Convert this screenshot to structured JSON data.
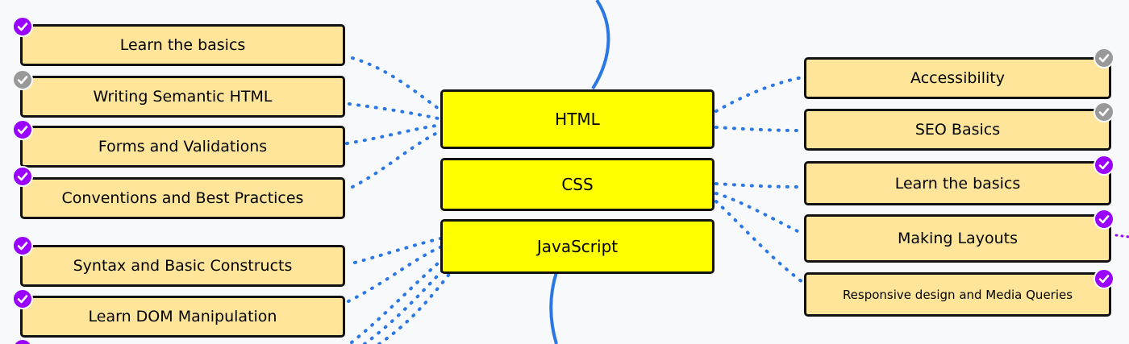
{
  "colors": {
    "topic_fill": "#ffff00",
    "subtopic_fill": "#ffe599",
    "connector": "#2b78e4",
    "done_badge": "#9900ff",
    "pending_badge": "#999999"
  },
  "topics": {
    "html": "HTML",
    "css": "CSS",
    "javascript": "JavaScript"
  },
  "left_subtopics": {
    "learn_basics": {
      "label": "Learn the basics",
      "status": "done"
    },
    "semantic_html": {
      "label": "Writing Semantic HTML",
      "status": "pending"
    },
    "forms": {
      "label": "Forms and Validations",
      "status": "done"
    },
    "conventions": {
      "label": "Conventions and Best Practices",
      "status": "done"
    },
    "syntax": {
      "label": "Syntax and Basic Constructs",
      "status": "done"
    },
    "dom": {
      "label": "Learn DOM Manipulation",
      "status": "done"
    }
  },
  "right_subtopics": {
    "accessibility": {
      "label": "Accessibility",
      "status": "pending"
    },
    "seo": {
      "label": "SEO Basics",
      "status": "pending"
    },
    "css_basics": {
      "label": "Learn the basics",
      "status": "done"
    },
    "layouts": {
      "label": "Making Layouts",
      "status": "done"
    },
    "responsive": {
      "label": "Responsive design and Media Queries",
      "status": "done"
    }
  },
  "icons": {
    "done": "check-circle-icon",
    "pending": "check-circle-icon"
  }
}
